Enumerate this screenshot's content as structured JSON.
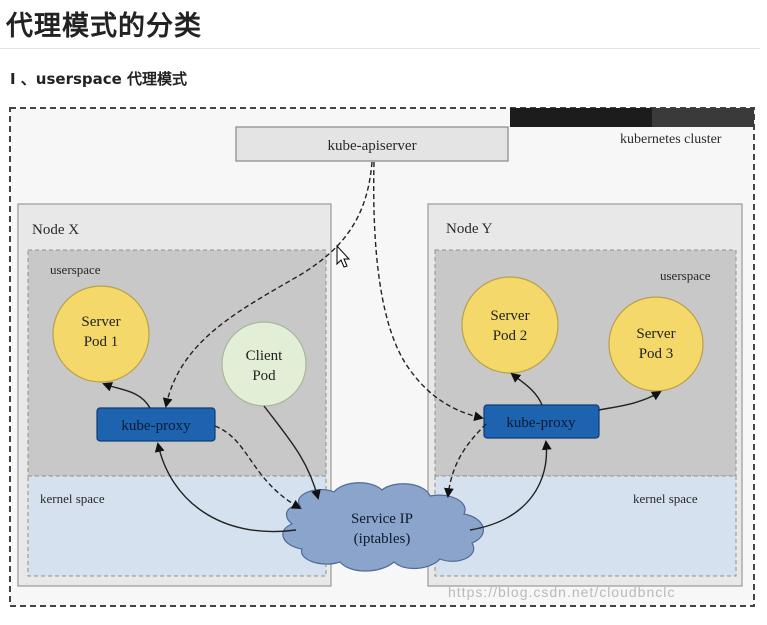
{
  "page": {
    "title": "代理模式的分类",
    "subtitle": "I 、userspace 代理模式"
  },
  "diagram": {
    "cluster_label": "kubernetes cluster",
    "apiserver_label": "kube-apiserver",
    "node_x": {
      "label": "Node X",
      "userspace_label": "userspace",
      "kernel_label": "kernel space",
      "server_pod": [
        "Server",
        "Pod 1"
      ],
      "client_pod": [
        "Client",
        "Pod"
      ],
      "proxy_label": "kube-proxy"
    },
    "node_y": {
      "label": "Node Y",
      "userspace_label": "userspace",
      "kernel_label": "kernel space",
      "server_pod2": [
        "Server",
        "Pod 2"
      ],
      "server_pod3": [
        "Server",
        "Pod 3"
      ],
      "proxy_label": "kube-proxy"
    },
    "service": [
      "Service IP",
      "(iptables)"
    ]
  },
  "watermark": "https://blog.csdn.net/cloudbnclc",
  "colors": {
    "pod_yellow": "#f5d86a",
    "pod_green": "#e3eed6",
    "proxy_blue": "#1e63b0",
    "userspace_gray": "#c8c8c8",
    "kernel_blue": "#d5e1ee",
    "cloud_blue": "#8aa4cc"
  }
}
